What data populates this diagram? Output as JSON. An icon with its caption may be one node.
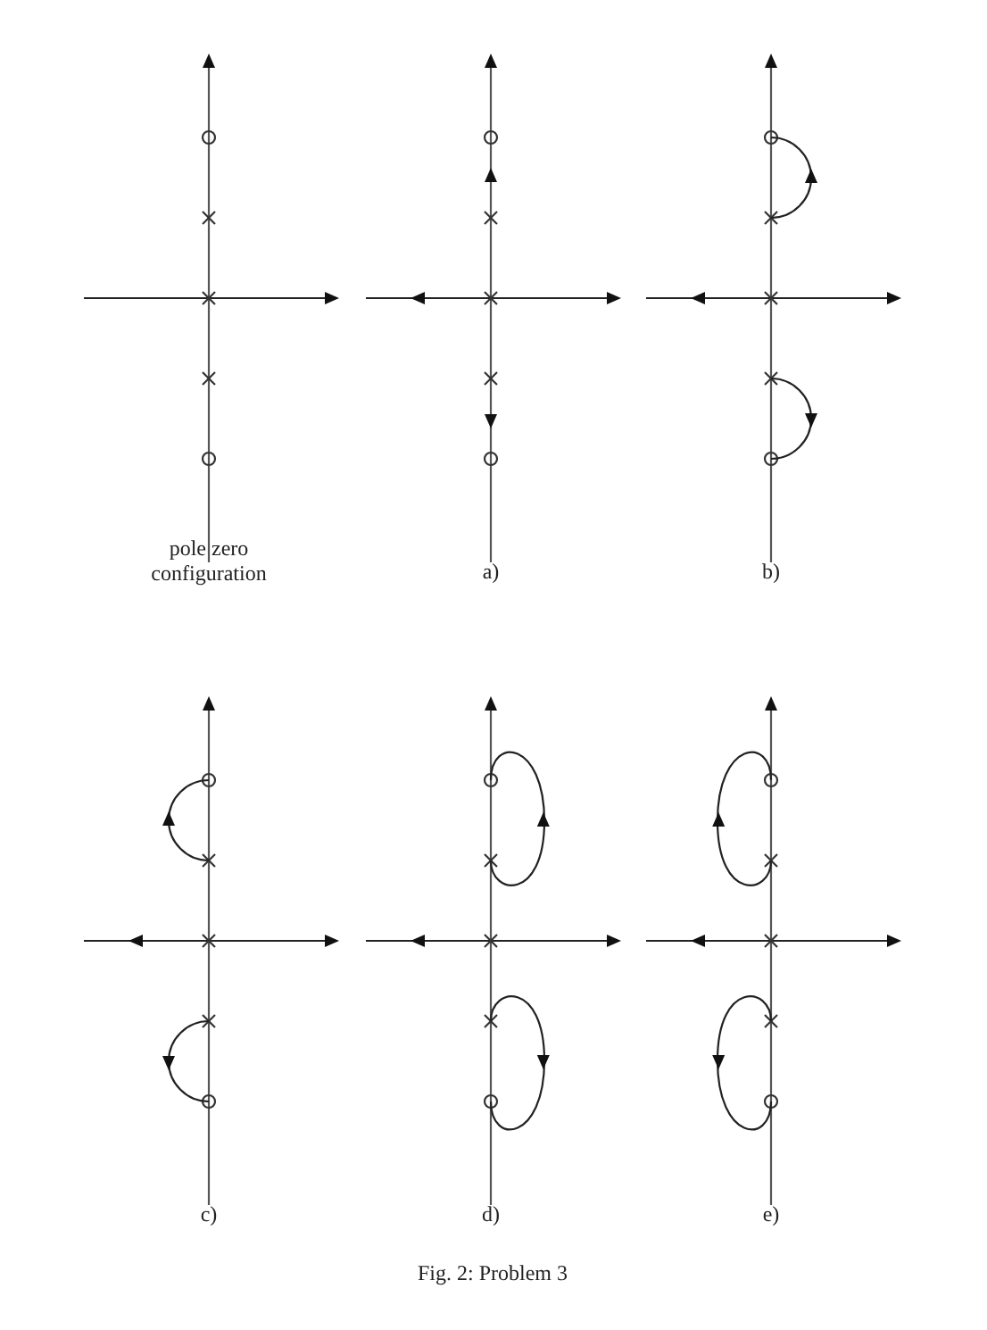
{
  "diagram": {
    "caption": "Fig. 2: Problem 3",
    "labels": [
      "pole zero configuration",
      "a)",
      "b)",
      "c)",
      "d)",
      "e)"
    ]
  }
}
